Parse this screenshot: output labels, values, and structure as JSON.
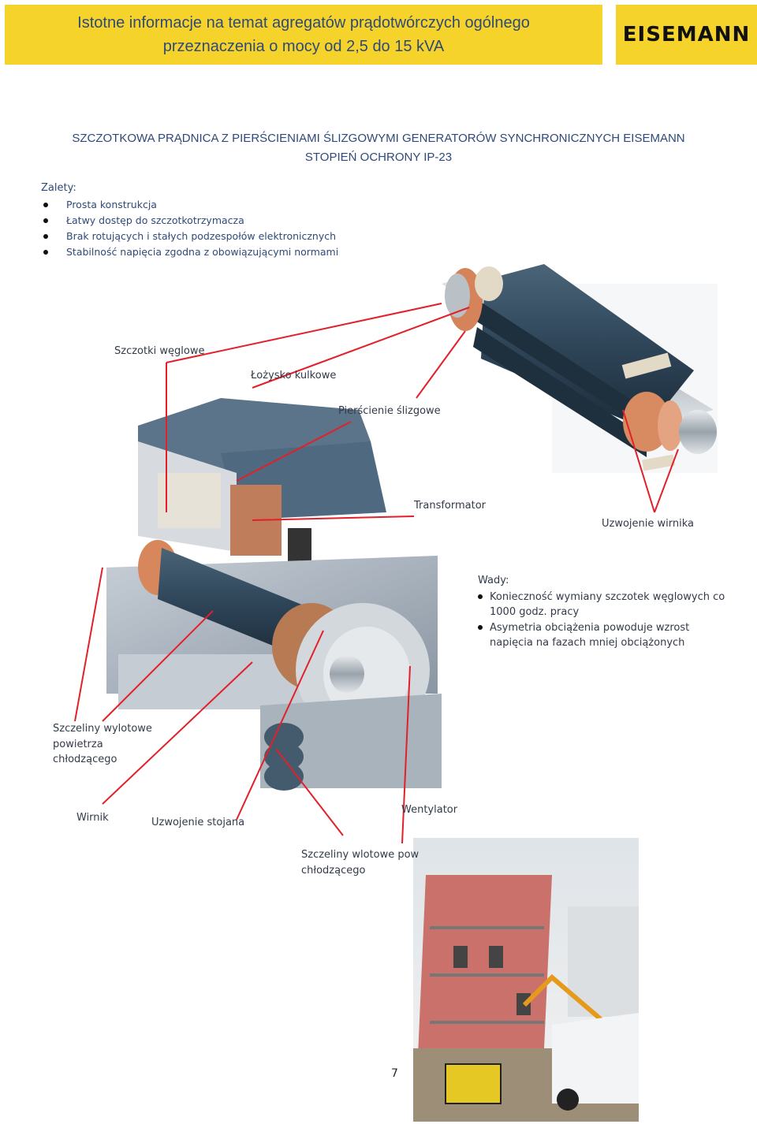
{
  "header": {
    "title_line1": "Istotne informacje na temat agregatów prądotwórczych ogólnego",
    "title_line2": "przeznaczenia o mocy od 2,5 do 15 kVA",
    "logo_text": "EISEMANN"
  },
  "section": {
    "title_line1": "SZCZOTKOWA PRĄDNICA Z PIERŚCIENIAMI ŚLIZGOWYMI GENERATORÓW SYNCHRONICZNYCH EISEMANN",
    "title_line2": "STOPIEŃ OCHRONY IP-23"
  },
  "advantages": {
    "heading": "Zalety:",
    "items": [
      "Prosta konstrukcja",
      "Łatwy dostęp do szczotkotrzymacza",
      "Brak rotujących i stałych podzespołów elektronicznych",
      "Stabilność napięcia zgodna z obowiązującymi normami"
    ]
  },
  "labels": {
    "brushes": "Szczotki węglowe",
    "bearing": "Łożysko kulkowe",
    "slip_rings": "Pierścienie ślizgowe",
    "transformer": "Transformator",
    "rotor_winding": "Uzwojenie wirnika",
    "outlet_line1": "Szczeliny wylotowe",
    "outlet_line2": "powietrza",
    "outlet_line3": "chłodzącego",
    "rotor": "Wirnik",
    "stator_winding": "Uzwojenie stojana",
    "fan": "Wentylator",
    "inlet_line1": "Szczeliny wlotowe pow",
    "inlet_line2": "chłodzącego"
  },
  "disadvantages": {
    "heading": "Wady:",
    "item1_line1": "Konieczność wymiany szczotek węglowych co",
    "item1_line2": "1000 godz. pracy",
    "item2_line1": "Asymetria obciążenia powoduje wzrost",
    "item2_line2": "napięcia na fazach mniej obciążonych"
  },
  "page_number": "7",
  "colors": {
    "header_bg": "#f6d32a",
    "title_blue": "#2f4a78",
    "arrow_red": "#e2202a"
  }
}
